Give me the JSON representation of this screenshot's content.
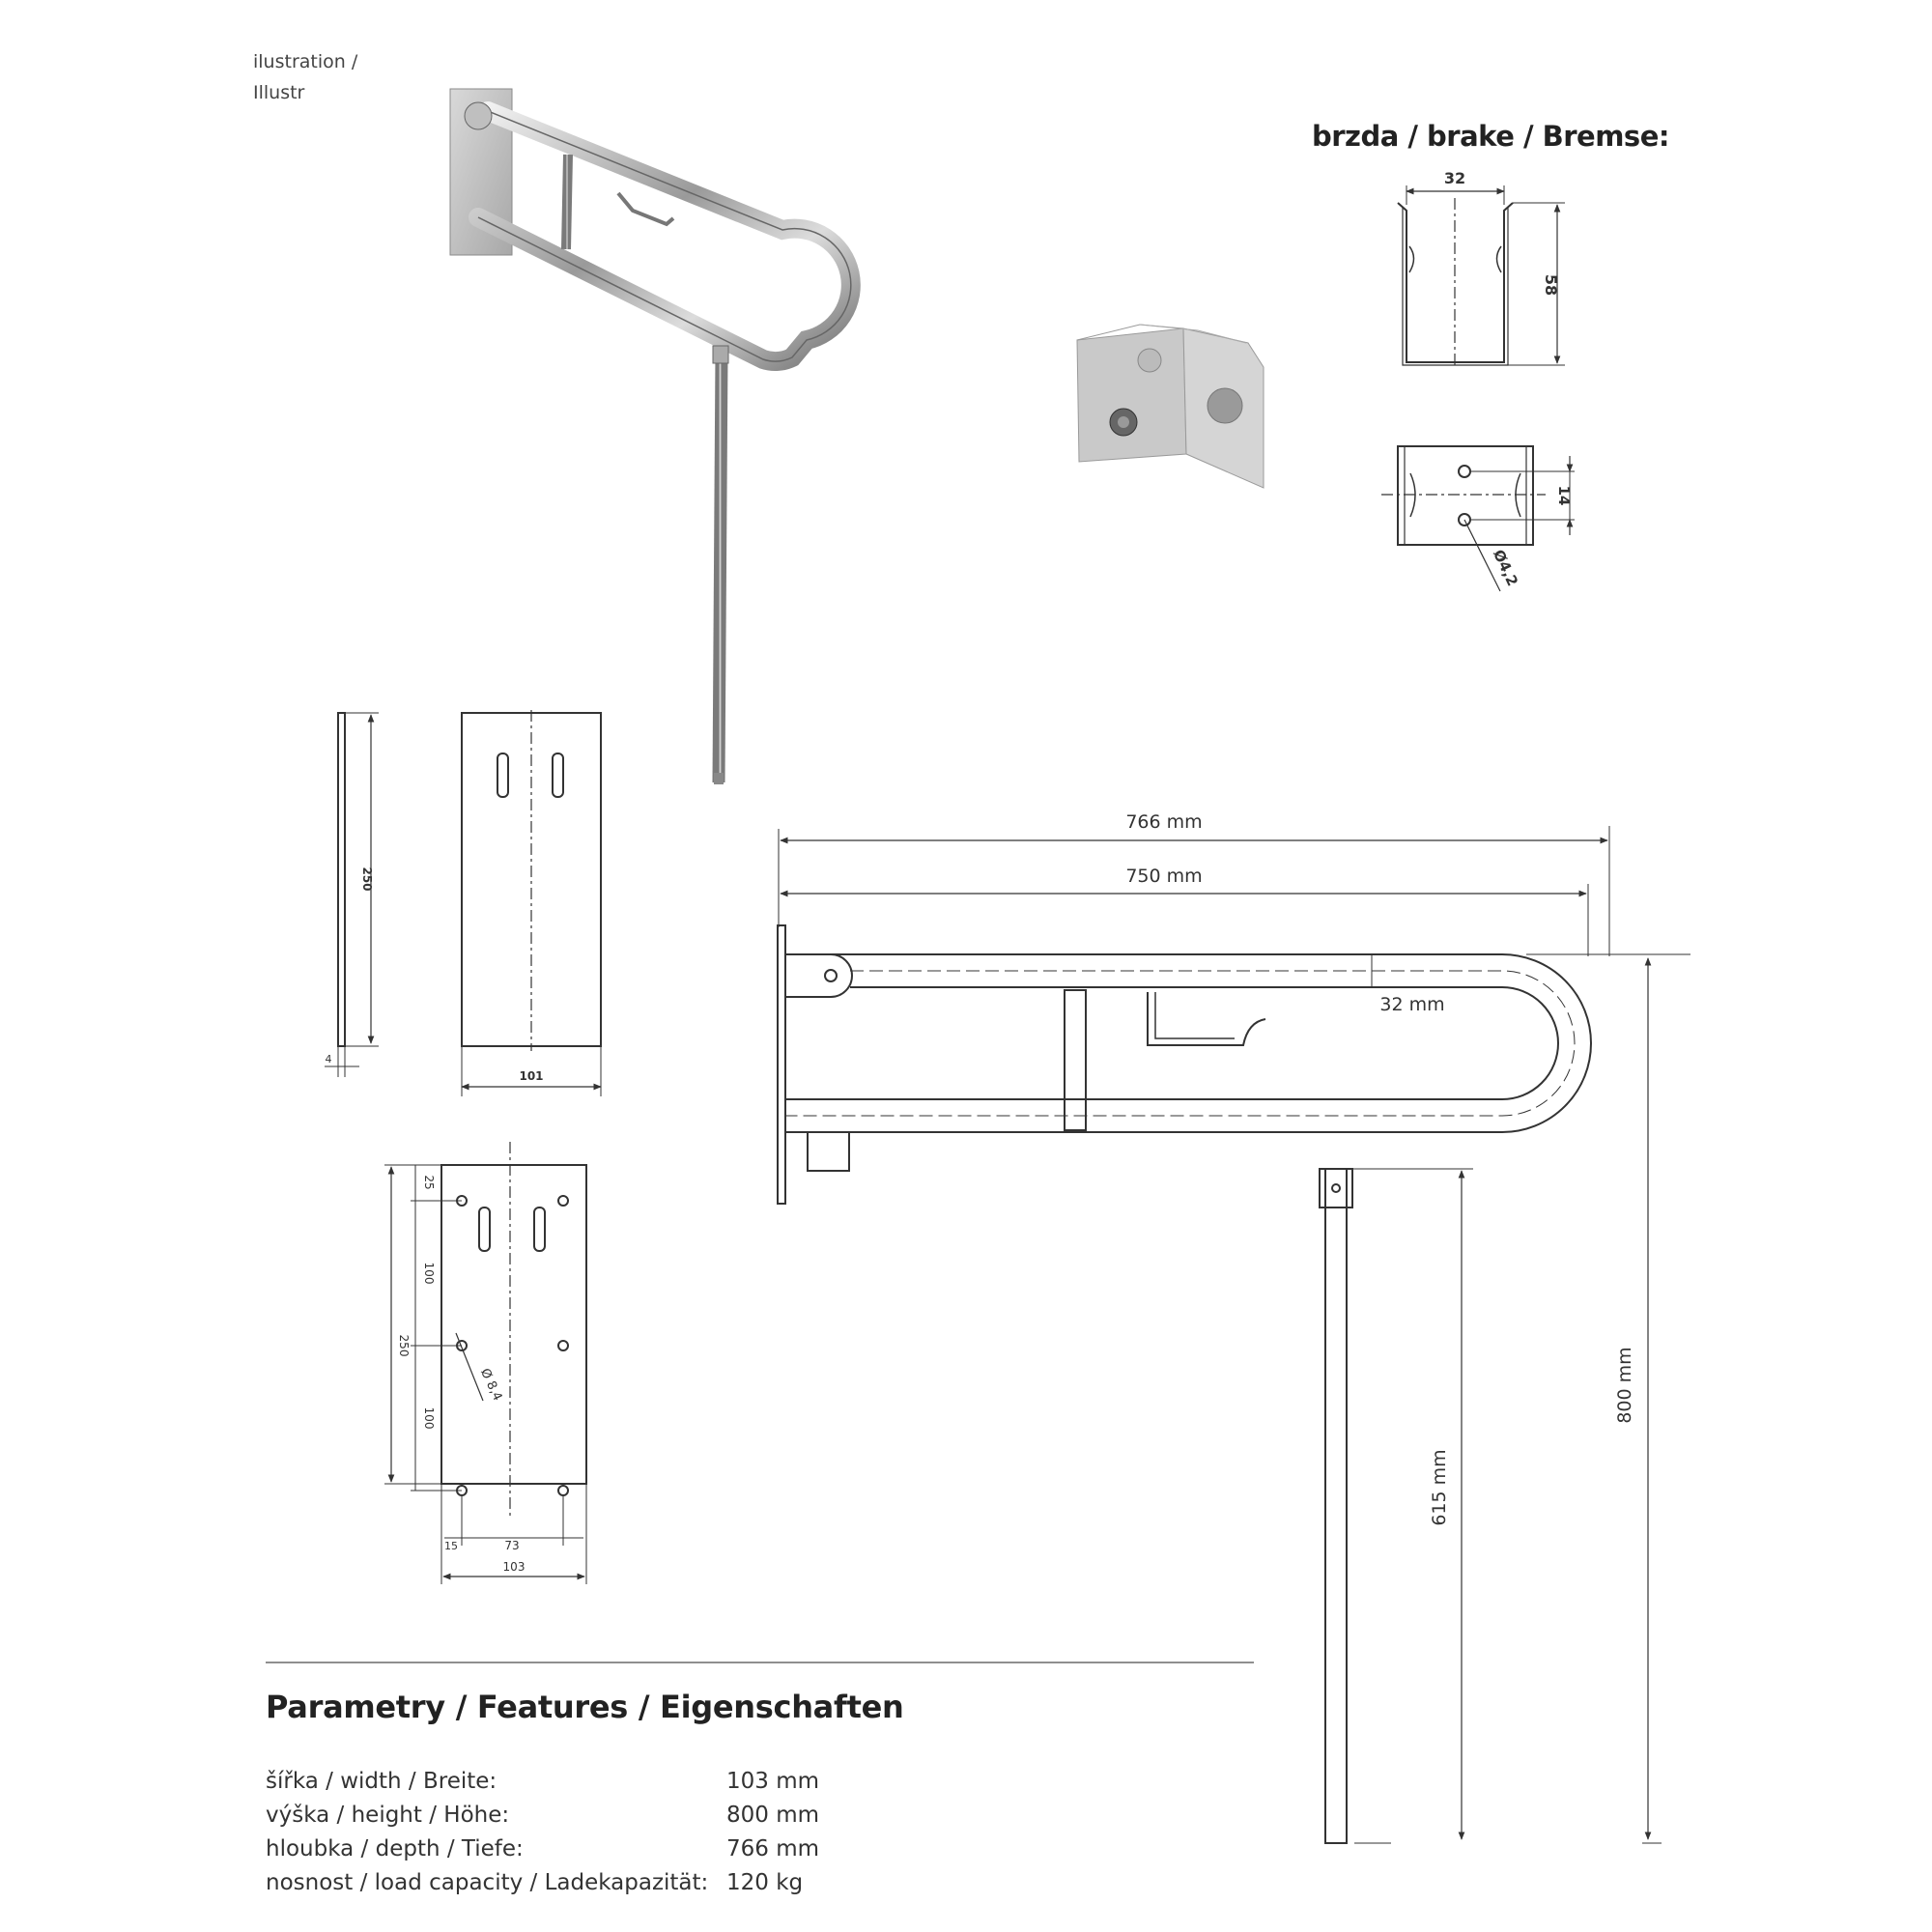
{
  "illustration": {
    "line1": "ilustration /",
    "line2": "Illustr"
  },
  "brake": {
    "title": "brzda / brake / Bremse:",
    "dim_width": "32",
    "dim_height": "58",
    "dim_holes": "14",
    "dim_hole_dia": "Ø4,2"
  },
  "plate": {
    "side_height": "250",
    "side_thickness": "4",
    "front_width": "101"
  },
  "mounting": {
    "dim_top": "25",
    "dim_100a": "100",
    "dim_total": "250",
    "dim_100b": "100",
    "dim_left": "15",
    "dim_between": "73",
    "dim_width": "103",
    "hole_dia": "Ø 8,4"
  },
  "main_drawing": {
    "depth_outer": "766 mm",
    "depth_inner": "750 mm",
    "tube": "32 mm",
    "height_total": "800 mm",
    "height_leg": "615 mm"
  },
  "features": {
    "title": "Parametry / Features / Eigenschaften",
    "rows": [
      {
        "label": "šířka / width / Breite:",
        "value": "103 mm"
      },
      {
        "label": "výška / height / Höhe:",
        "value": "800 mm"
      },
      {
        "label": "hloubka / depth / Tiefe:",
        "value": "766 mm"
      },
      {
        "label": "nosnost / load capacity / Ladekapazität:",
        "value": "120 kg"
      }
    ]
  }
}
